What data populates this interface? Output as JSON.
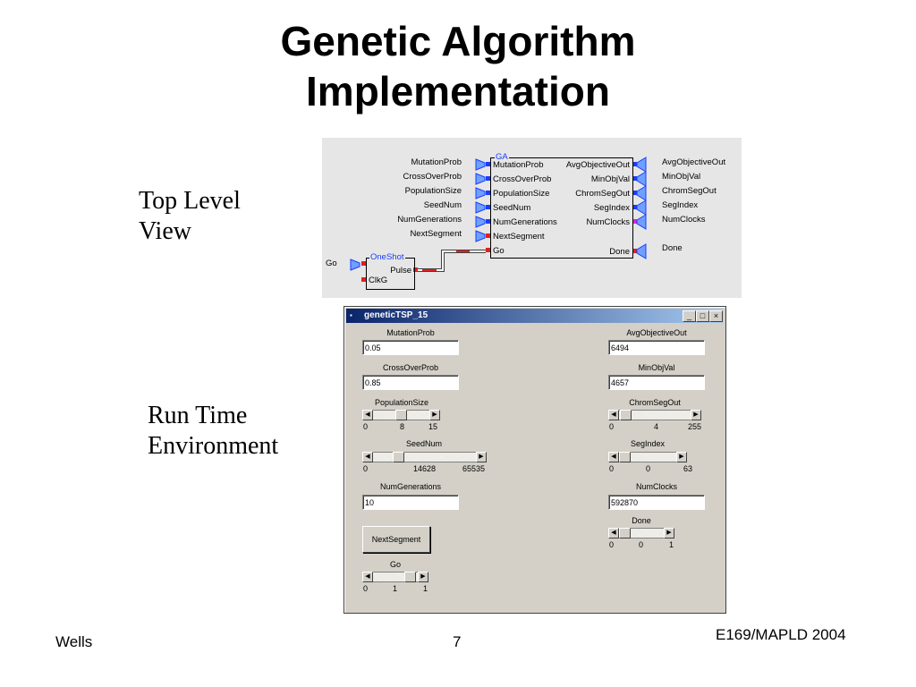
{
  "slide": {
    "title_line1": "Genetic Algorithm",
    "title_line2": "Implementation",
    "label_top_1": "Top Level",
    "label_top_2": "View",
    "label_run_1": "Run Time",
    "label_run_2": "Environment",
    "footer_left": "Wells",
    "footer_page": "7",
    "footer_right": "E169/MAPLD 2004"
  },
  "schematic": {
    "inputs": [
      "MutationProb",
      "CrossOverProb",
      "PopulationSize",
      "SeedNum",
      "NumGenerations",
      "NextSegment"
    ],
    "outputs": [
      "AvgObjectiveOut",
      "MinObjVal",
      "ChromSegOut",
      "SegIndex",
      "NumClocks"
    ],
    "ga_block": {
      "name": "GA",
      "in_ports": [
        "MutationProb",
        "CrossOverProb",
        "PopulationSize",
        "SeedNum",
        "NumGenerations",
        "NextSegment",
        "Go"
      ],
      "out_ports": [
        "AvgObjectiveOut",
        "MinObjVal",
        "ChromSegOut",
        "SegIndex",
        "NumClocks",
        "Done"
      ]
    },
    "oneshot_block": {
      "name": "OneShot",
      "out_port": "Pulse",
      "in_port": "ClkG"
    },
    "go_label": "Go",
    "done_label": "Done"
  },
  "window": {
    "title": "geneticTSP_15",
    "buttons": {
      "minimize": "_",
      "maximize": "□",
      "close": "×"
    },
    "left": {
      "mutation": {
        "label": "MutationProb",
        "value": "0.05"
      },
      "crossover": {
        "label": "CrossOverProb",
        "value": "0.85"
      },
      "population": {
        "label": "PopulationSize",
        "min": "0",
        "val": "8",
        "max": "15",
        "fraction": 0.53
      },
      "seed": {
        "label": "SeedNum",
        "min": "0",
        "val": "14628",
        "max": "65535",
        "fraction": 0.22
      },
      "numgen": {
        "label": "NumGenerations",
        "value": "10"
      },
      "nextsegment_button": "NextSegment",
      "go": {
        "label": "Go",
        "min": "0",
        "val": "1",
        "max": "1",
        "fraction": 1.0
      }
    },
    "right": {
      "avgobj": {
        "label": "AvgObjectiveOut",
        "value": "6494"
      },
      "minobj": {
        "label": "MinObjVal",
        "value": "4657"
      },
      "chromseg": {
        "label": "ChromSegOut",
        "min": "0",
        "val": "4",
        "max": "255",
        "fraction": 0.02
      },
      "segindex": {
        "label": "SegIndex",
        "min": "0",
        "val": "0",
        "max": "63",
        "fraction": 0.0
      },
      "numclocks": {
        "label": "NumClocks",
        "value": "592870"
      },
      "done": {
        "label": "Done",
        "min": "0",
        "val": "0",
        "max": "1",
        "fraction": 0.0
      }
    }
  },
  "colors": {
    "titlebar": "#0a246a",
    "port_blue": "#1a3cff",
    "port_red": "#e02020",
    "port_magenta": "#e020e0"
  }
}
